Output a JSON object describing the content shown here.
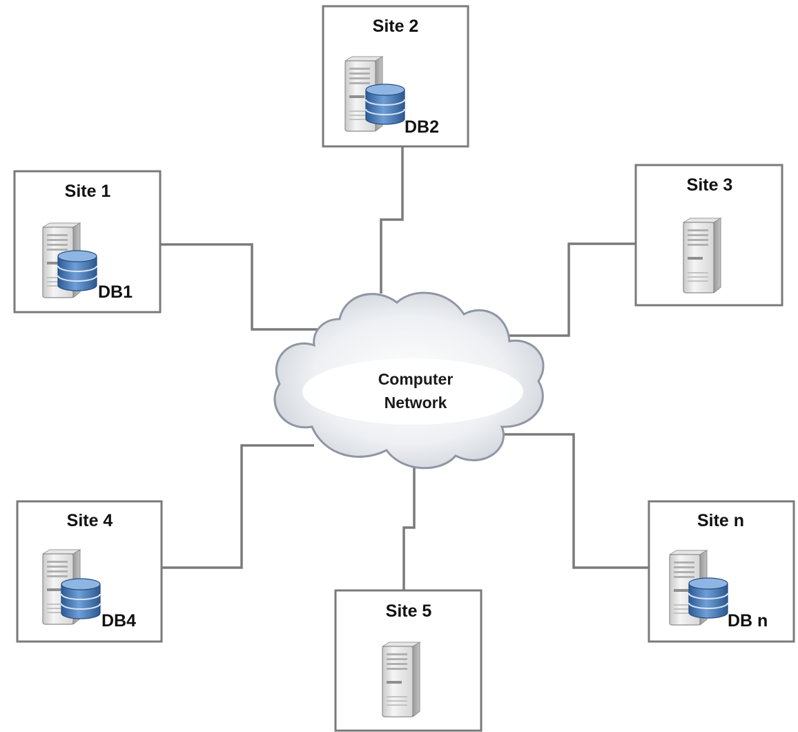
{
  "network": {
    "label_line1": "Computer",
    "label_line2": "Network"
  },
  "sites": [
    {
      "id": "site-1",
      "title": "Site 1",
      "db_label": "DB1",
      "icon": "server-database-icon"
    },
    {
      "id": "site-2",
      "title": "Site 2",
      "db_label": "DB2",
      "icon": "server-database-icon"
    },
    {
      "id": "site-3",
      "title": "Site 3",
      "db_label": "",
      "icon": "server-icon"
    },
    {
      "id": "site-4",
      "title": "Site 4",
      "db_label": "DB4",
      "icon": "server-database-icon"
    },
    {
      "id": "site-5",
      "title": "Site 5",
      "db_label": "",
      "icon": "server-icon"
    },
    {
      "id": "site-n",
      "title": "Site n",
      "db_label": "DB n",
      "icon": "server-database-icon"
    }
  ],
  "colors": {
    "border": "#7a7a7a",
    "cloud_fill": "#e8eaee",
    "cloud_inner": "#ffffff",
    "db_blue": "#3f6fae"
  }
}
